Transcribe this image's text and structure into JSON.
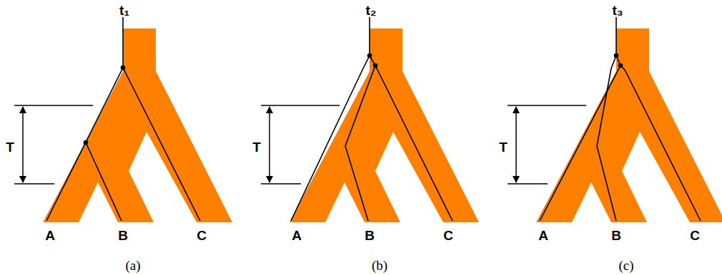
{
  "diagram": {
    "labels": [
      "t₁",
      "T",
      "A",
      "B",
      "C",
      "(a)",
      "t₂",
      "T",
      "A",
      "B",
      "C",
      "(b)",
      "t₃",
      "T",
      "A",
      "B",
      "C",
      "(c)"
    ]
  }
}
